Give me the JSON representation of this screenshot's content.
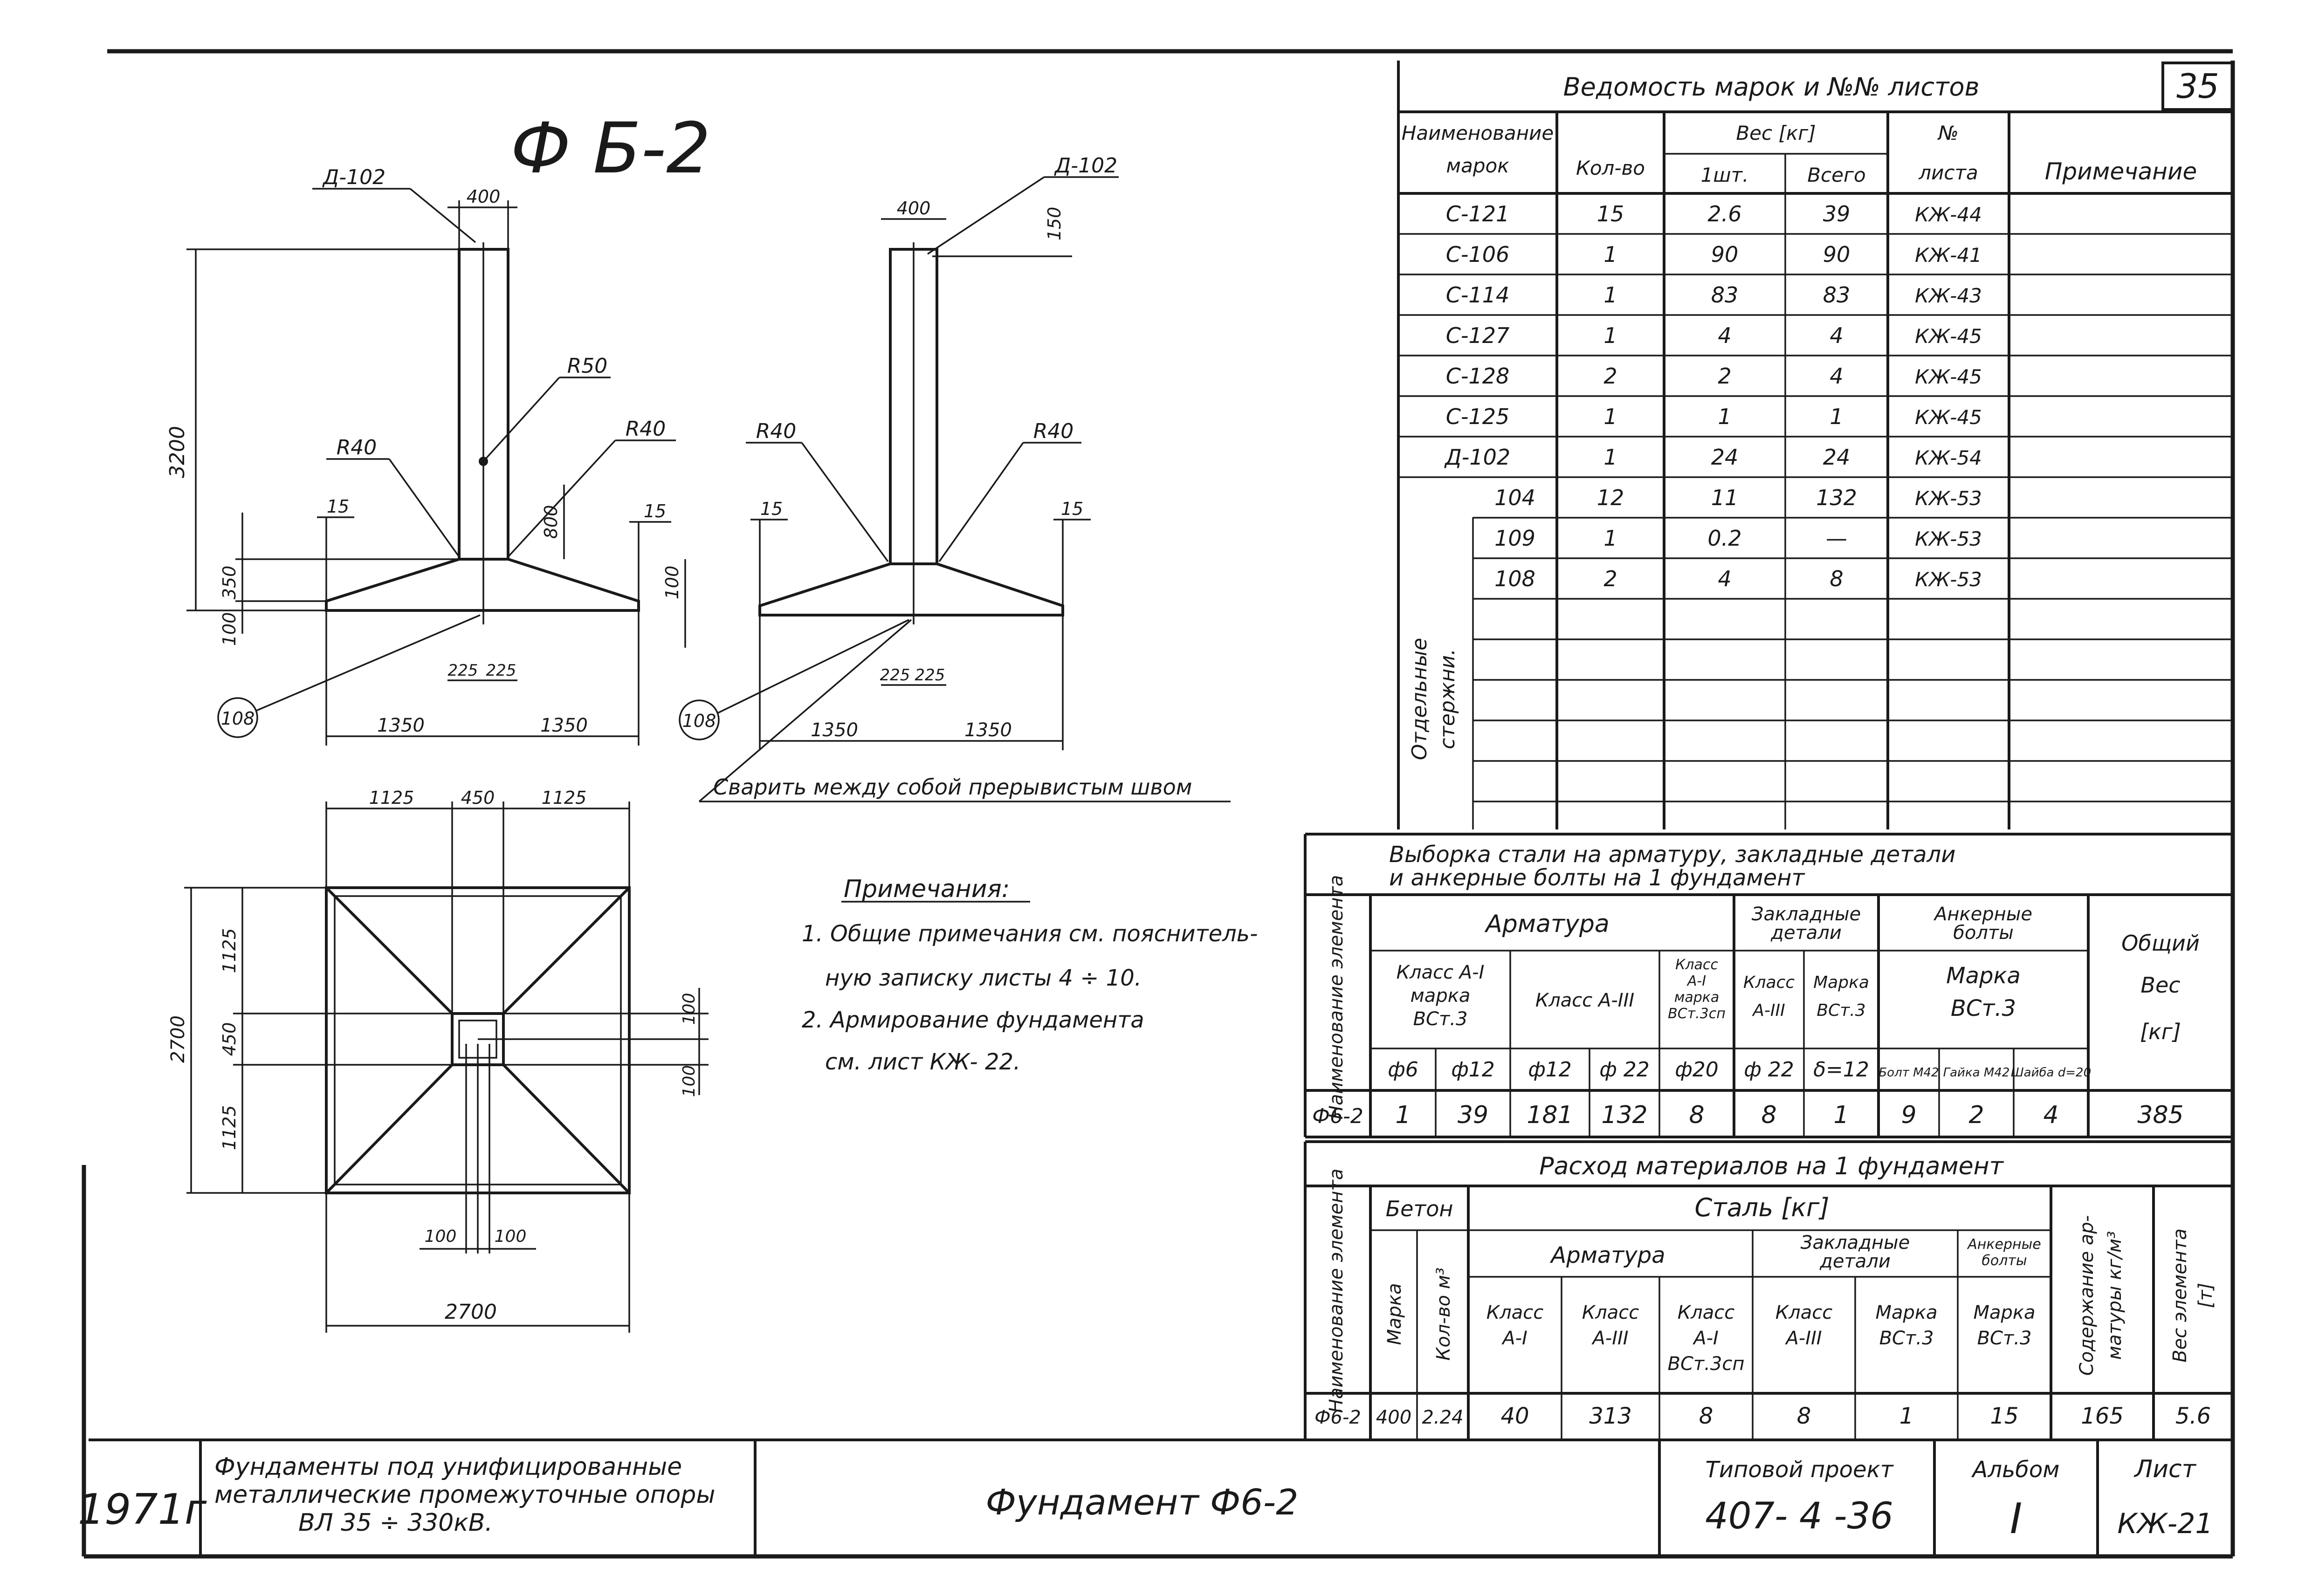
{
  "sheet_number": "35",
  "drawing_title": "Ф Б-2",
  "elevation_left": {
    "mark": "Д-102",
    "dims": {
      "top_width": "400",
      "height": "3200",
      "r_top": "R50",
      "r_left": "R40",
      "r_right": "R40",
      "d_800": "800",
      "d_350": "350",
      "d_100": "100",
      "d_15_left": "15",
      "d_15_right": "15",
      "d_100_right": "100",
      "d_225a": "225",
      "d_225b": "225",
      "base_left": "1350",
      "base_right": "1350"
    },
    "callout": "108"
  },
  "elevation_right": {
    "mark": "Д-102",
    "dims": {
      "top_width": "400",
      "d_150": "150",
      "r_left": "R40",
      "r_right": "R40",
      "d_15_left": "15",
      "d_15_right": "15",
      "d_225a": "225",
      "d_225b": "225",
      "base_left": "1350",
      "base_right": "1350"
    },
    "callout": "108",
    "weld_note": "Сварить между собой прерывистым швом"
  },
  "plan": {
    "top_dims": [
      "1125",
      "450",
      "1125"
    ],
    "left_dims": [
      "1125",
      "450",
      "1125"
    ],
    "overall_left": "2700",
    "bottom_small": [
      "100",
      "100"
    ],
    "overall_bottom": "2700",
    "right_dims": [
      "100",
      "100"
    ]
  },
  "notes": {
    "title": "Примечания:",
    "lines": [
      "1. Общие примечания см. пояснитель-",
      "ную записку листы 4 ÷ 10.",
      "2. Армирование фундамента",
      "см. лист КЖ- 22."
    ]
  },
  "marks_table": {
    "title": "Ведомость марок и №№ листов",
    "headers": {
      "name": "Наименование",
      "name2": "марок",
      "qty": "Кол-во",
      "weight": "Вес [кг]",
      "w_one": "1шт.",
      "w_all": "Всего",
      "sheet_n": "№",
      "sheet_label": "листа",
      "note": "Примечание"
    },
    "rows": [
      {
        "mark": "С-121",
        "qty": "15",
        "one": "2.6",
        "all": "39",
        "sheet": "КЖ-44"
      },
      {
        "mark": "С-106",
        "qty": "1",
        "one": "90",
        "all": "90",
        "sheet": "КЖ-41"
      },
      {
        "mark": "С-114",
        "qty": "1",
        "one": "83",
        "all": "83",
        "sheet": "КЖ-43"
      },
      {
        "mark": "С-127",
        "qty": "1",
        "one": "4",
        "all": "4",
        "sheet": "КЖ-45"
      },
      {
        "mark": "С-128",
        "qty": "2",
        "one": "2",
        "all": "4",
        "sheet": "КЖ-45"
      },
      {
        "mark": "С-125",
        "qty": "1",
        "one": "1",
        "all": "1",
        "sheet": "КЖ-45"
      },
      {
        "mark": "Д-102",
        "qty": "1",
        "one": "24",
        "all": "24",
        "sheet": "КЖ-54"
      },
      {
        "mark": "104",
        "qty": "12",
        "one": "11",
        "all": "132",
        "sheet": "КЖ-53"
      },
      {
        "mark": "109",
        "qty": "1",
        "one": "0.2",
        "all": "—",
        "sheet": "КЖ-53"
      },
      {
        "mark": "108",
        "qty": "2",
        "one": "4",
        "all": "8",
        "sheet": "КЖ-53"
      }
    ],
    "group_label_1": "Отдельные",
    "group_label_2": "стержни."
  },
  "steel_table": {
    "title_1": "Выборка стали на арматуру, закладные детали",
    "title_2": "и анкерные болты на 1 фундамент",
    "h_element": "Наименование элемента",
    "h_rebar": "Арматура",
    "h_embedded_1": "Закладные",
    "h_embedded_2": "детали",
    "h_anchor_1": "Анкерные",
    "h_anchor_2": "болты",
    "h_total_1": "Общий",
    "h_total_2": "Вес",
    "h_total_3": "[кг]",
    "h_c1": [
      "Класс А-I",
      "марка",
      "ВСт.3"
    ],
    "h_c2": "Класс А-III",
    "h_c3": [
      "Класс",
      "А-I",
      "марка",
      "ВСт.3сп"
    ],
    "h_c4": [
      "Класс",
      "А-III"
    ],
    "h_c5": [
      "Марка",
      "ВСт.3"
    ],
    "h_c6": [
      "Марка",
      "ВСт.3"
    ],
    "sub": [
      "ф6",
      "ф12",
      "ф12",
      "ф 22",
      "ф20",
      "ф 22",
      "δ=12",
      "Болт М42",
      "Гайка М42",
      "Шайба d=20"
    ],
    "row": {
      "name": "Ф6-2",
      "values": [
        "1",
        "39",
        "181",
        "132",
        "8",
        "8",
        "1",
        "9",
        "2",
        "4"
      ],
      "total": "385"
    }
  },
  "materials_table": {
    "title": "Расход материалов на 1 фундамент",
    "h_element": "Наименование элемента",
    "h_concrete": "Бетон",
    "h_steel": "Сталь [кг]",
    "h_mark": "Марка",
    "h_volume": "Кол-во м³",
    "h_rebar": "Арматура",
    "h_embedded": [
      "Закладные",
      "детали"
    ],
    "h_anchor": [
      "Анкерные",
      "болты"
    ],
    "h_content": [
      "Содержание ар-",
      "матуры кг/м³"
    ],
    "h_weight": [
      "Вес элемента",
      "[т]"
    ],
    "sub": [
      [
        "Класс",
        "А-I"
      ],
      [
        "Класс",
        "А-III"
      ],
      [
        "Класс",
        "А-I",
        "ВСт.3сп"
      ],
      [
        "Класс",
        "А-III"
      ],
      [
        "Марка",
        "ВСт.3"
      ],
      [
        "Марка",
        "ВСт.3"
      ]
    ],
    "row": {
      "name": "Ф6-2",
      "mark": "400",
      "volume": "2.24",
      "values": [
        "40",
        "313",
        "8",
        "8",
        "1",
        "15"
      ],
      "content": "165",
      "weight": "5.6"
    }
  },
  "title_block": {
    "year": "1971г",
    "description": [
      "Фундаменты под унифицированные",
      "металлические промежуточные опоры",
      "ВЛ 35 ÷ 330кВ."
    ],
    "name": "Фундамент Ф6-2",
    "project_label": "Типовой проект",
    "project_number": "407- 4 -36",
    "album_label": "Альбом",
    "album_value": "I",
    "sheet_label": "Лист",
    "sheet_value": "КЖ-21"
  }
}
